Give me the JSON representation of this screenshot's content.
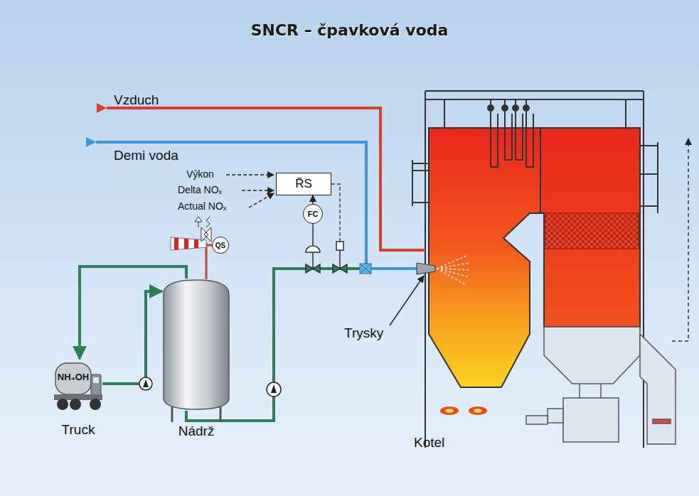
{
  "diagram": {
    "title": "SNCR – čpavková voda",
    "nodes": [
      {
        "text": [
          "NH₄OH",
          "Truck"
        ]
      },
      {
        "text": [
          "Nádrž"
        ]
      },
      {
        "text": [
          "QS"
        ]
      },
      {
        "text": [
          "FC"
        ]
      },
      {
        "text": [
          "ŘS"
        ]
      }
    ],
    "edges": [
      {
        "from": 1,
        "to": 0,
        "arrow": "to"
      },
      {
        "from": 0,
        "to": 1,
        "arrow": "to"
      },
      {
        "from": 3,
        "to": 4,
        "arrow": "to"
      }
    ],
    "labels": [
      "Vzduch",
      "Demi voda",
      "Výkon",
      "Delta NOₓ",
      "Actual NOₓ",
      "Trysky",
      "Kotel"
    ]
  }
}
